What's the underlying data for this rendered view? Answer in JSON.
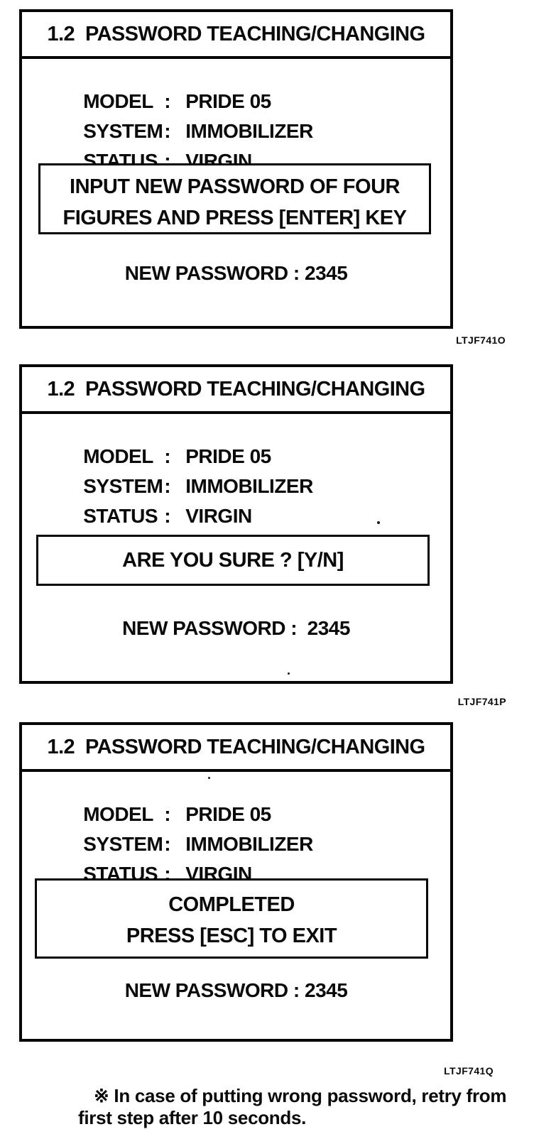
{
  "document": {
    "panels": [
      {
        "title": "1.2  PASSWORD TEACHING/CHANGING",
        "fields": [
          {
            "label": "MODEL",
            "colon": ":",
            "value": "PRIDE 05"
          },
          {
            "label": "SYSTEM",
            "colon": ":",
            "value": "IMMOBILIZER"
          },
          {
            "label": "STATUS",
            "colon": ":",
            "value": "VIRGIN"
          }
        ],
        "message_line1": "INPUT NEW PASSWORD OF FOUR",
        "message_line2": "FIGURES AND PRESS [ENTER] KEY",
        "password_line": "NEW PASSWORD : 2345",
        "figure_code": "LTJF741O"
      },
      {
        "title": "1.2  PASSWORD TEACHING/CHANGING",
        "fields": [
          {
            "label": "MODEL",
            "colon": ":",
            "value": "PRIDE 05"
          },
          {
            "label": "SYSTEM",
            "colon": ":",
            "value": "IMMOBILIZER"
          },
          {
            "label": "STATUS",
            "colon": ":",
            "value": "VIRGIN"
          }
        ],
        "message_line1": "ARE YOU SURE ? [Y/N]",
        "password_line": "NEW PASSWORD :  2345",
        "figure_code": "LTJF741P"
      },
      {
        "title": "1.2  PASSWORD TEACHING/CHANGING",
        "fields": [
          {
            "label": "MODEL",
            "colon": ":",
            "value": "PRIDE 05"
          },
          {
            "label": "SYSTEM",
            "colon": ":",
            "value": "IMMOBILIZER"
          },
          {
            "label": "STATUS",
            "colon": ":",
            "value": "VIRGIN"
          }
        ],
        "message_line1": "COMPLETED",
        "message_line2": "PRESS [ESC] TO EXIT",
        "password_line": "NEW PASSWORD : 2345",
        "figure_code": "LTJF741Q"
      }
    ],
    "footnote_line1": "※ In case of putting wrong password, retry from",
    "footnote_line2": "first step after 10 seconds."
  }
}
